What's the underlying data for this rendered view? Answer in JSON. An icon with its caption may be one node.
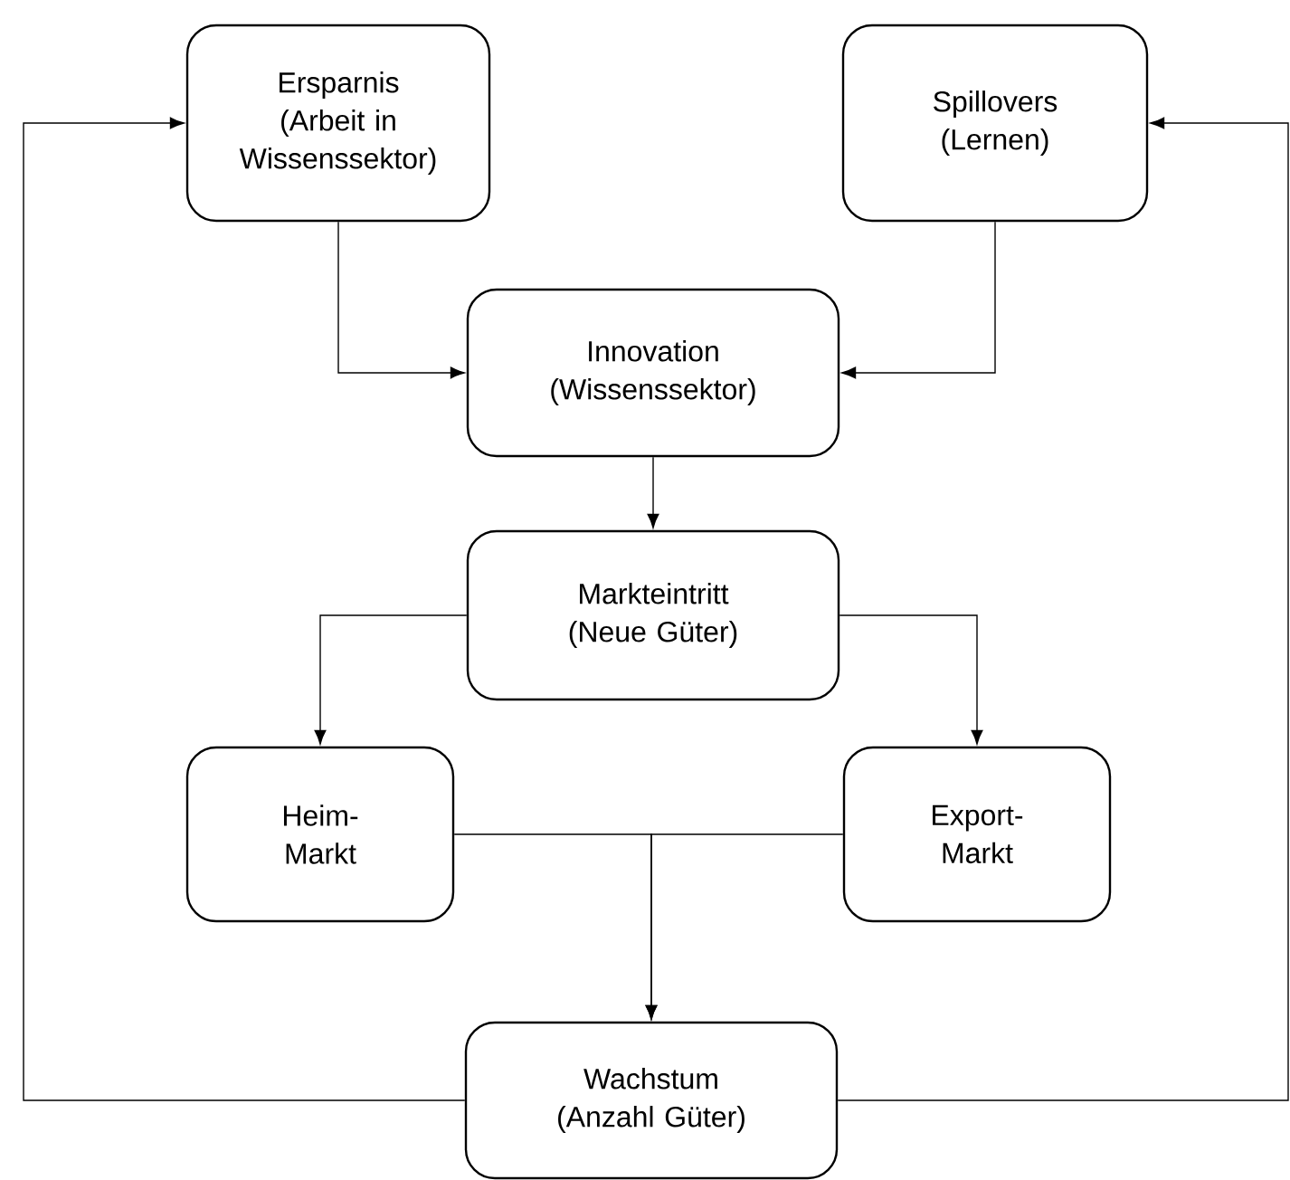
{
  "diagram": {
    "nodes": [
      {
        "text": [
          "Ersparnis",
          "(Arbeit in Wissenssektor)"
        ]
      },
      {
        "text": [
          "Spillovers",
          "(Lernen)"
        ]
      },
      {
        "text": [
          "Innovation",
          "(Wissenssektor)"
        ]
      },
      {
        "text": [
          "Markteintritt",
          "(Neue Güter)"
        ]
      },
      {
        "text": [
          "Heim-Markt"
        ]
      },
      {
        "text": [
          "Export-Markt"
        ]
      },
      {
        "text": [
          "Wachstum",
          "(Anzahl Güter)"
        ]
      }
    ],
    "edges": [
      {
        "from": 0,
        "to": 2,
        "arrow": "to"
      },
      {
        "from": 1,
        "to": 2,
        "arrow": "to"
      },
      {
        "from": 2,
        "to": 3,
        "arrow": "to"
      },
      {
        "from": 3,
        "to": 4,
        "arrow": "to"
      },
      {
        "from": 3,
        "to": 5,
        "arrow": "to"
      },
      {
        "from": 4,
        "to": 6,
        "arrow": "to"
      },
      {
        "from": 5,
        "to": 6,
        "arrow": "to"
      },
      {
        "from": 6,
        "to": 0,
        "arrow": "to"
      },
      {
        "from": 6,
        "to": 1,
        "arrow": "to"
      }
    ]
  }
}
